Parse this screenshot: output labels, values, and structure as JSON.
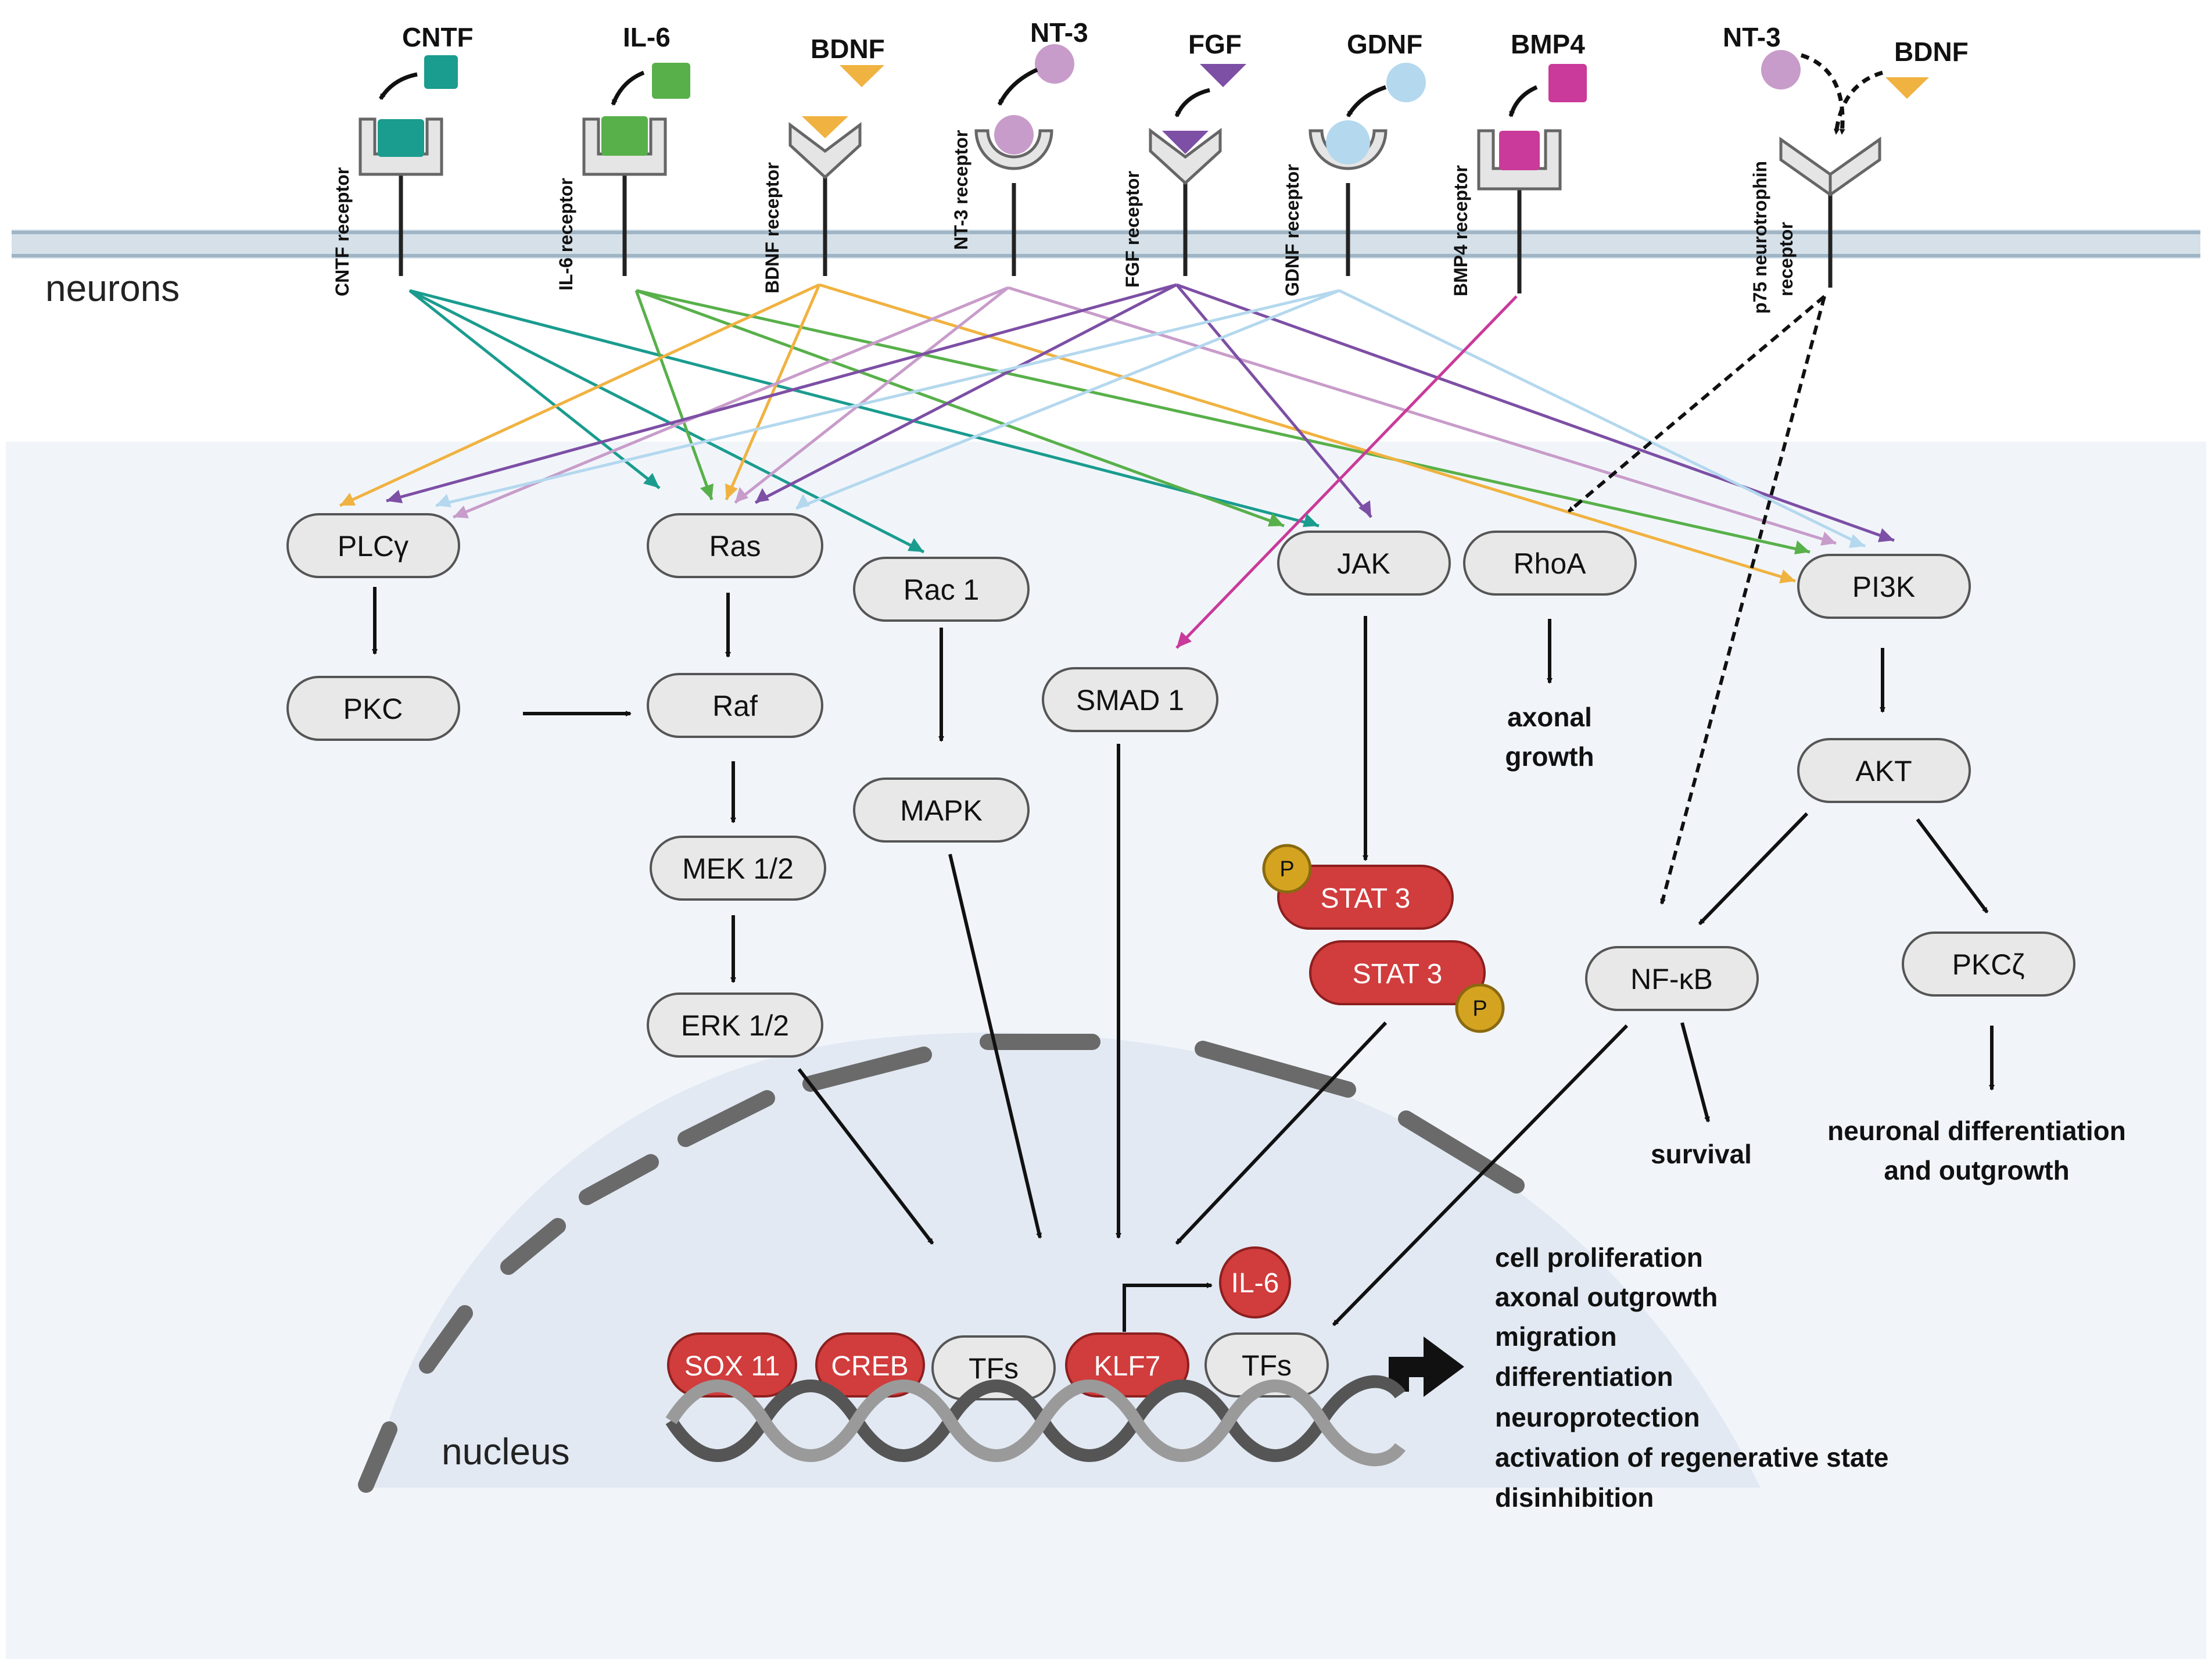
{
  "region_labels": {
    "neurons": "neurons",
    "nucleus": "nucleus"
  },
  "ligands": [
    "CNTF",
    "IL-6",
    "BDNF",
    "NT-3",
    "FGF",
    "GDNF",
    "BMP4",
    "NT-3",
    "BDNF"
  ],
  "receptors": [
    "CNTF receptor",
    "IL-6 receptor",
    "BDNF receptor",
    "NT-3 receptor",
    "FGF receptor",
    "GDNF receptor",
    "BMP4 receptor",
    "p75 neurotrophin",
    "receptor"
  ],
  "nodes": {
    "plcg": "PLCγ",
    "pkc": "PKC",
    "ras": "Ras",
    "raf": "Raf",
    "mek": "MEK 1/2",
    "erk": "ERK 1/2",
    "rac1": "Rac 1",
    "mapk": "MAPK",
    "smad1": "SMAD 1",
    "jak": "JAK",
    "rhoa": "RhoA",
    "pi3k": "PI3K",
    "akt": "AKT",
    "nfkb": "NF-κB",
    "pkcz": "PKCζ"
  },
  "phospho": {
    "stat3": "STAT 3",
    "p": "P"
  },
  "nuclear_factors": {
    "sox11": "SOX 11",
    "creb": "CREB",
    "tfs": "TFs",
    "klf7": "KLF7",
    "il6": "IL-6"
  },
  "outcomes": {
    "axonal_growth": [
      "axonal",
      "growth"
    ],
    "survival": "survival",
    "neuronal_diff": [
      "neuronal differentiation",
      "and outgrowth"
    ],
    "nuclear_effects": [
      "cell proliferation",
      "axonal outgrowth",
      "migration",
      "differentiation",
      "neuroprotection",
      "activation of regenerative state",
      "disinhibition"
    ]
  },
  "colors": {
    "cntf": "#1a9c8f",
    "il6": "#58b04a",
    "bdnf": "#f0b240",
    "nt3": "#c89cca",
    "fgf": "#7d4fa5",
    "gdnf": "#b4d8ee",
    "bmp4": "#c93a9a",
    "red_factor": "#d13c3c",
    "node_fill": "#e8e8e8",
    "membrane": "#c9d6df",
    "cytoplasm": "#f1f5fa",
    "nucleus": "#e2e9f3"
  }
}
